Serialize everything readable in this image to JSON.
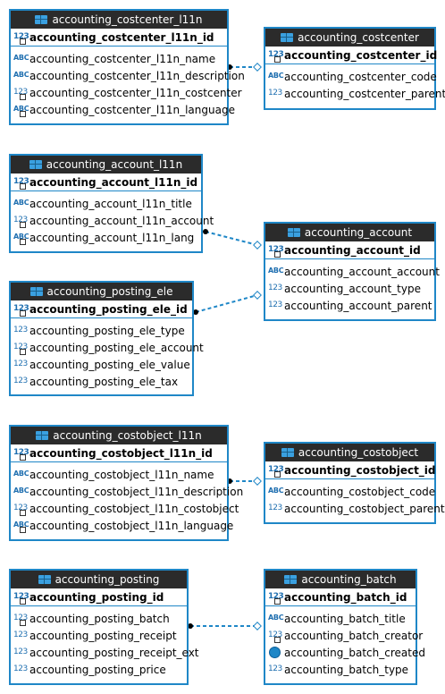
{
  "entities": {
    "costcenter_l11n": {
      "name": "accounting_costcenter_l11n",
      "pk": "accounting_costcenter_l11n_id",
      "attrs": [
        {
          "label": "accounting_costcenter_l11n_name",
          "icon": "text-type-icon"
        },
        {
          "label": "accounting_costcenter_l11n_description",
          "icon": "text-type-icon"
        },
        {
          "label": "accounting_costcenter_l11n_costcenter",
          "icon": "numeric-key-icon"
        },
        {
          "label": "accounting_costcenter_l11n_language",
          "icon": "text-key-icon"
        }
      ]
    },
    "costcenter": {
      "name": "accounting_costcenter",
      "pk": "accounting_costcenter_id",
      "attrs": [
        {
          "label": "accounting_costcenter_code",
          "icon": "text-type-icon"
        },
        {
          "label": "accounting_costcenter_parent",
          "icon": "numeric-type-icon"
        }
      ]
    },
    "account_l11n": {
      "name": "accounting_account_l11n",
      "pk": "accounting_account_l11n_id",
      "attrs": [
        {
          "label": "accounting_account_l11n_title",
          "icon": "text-type-icon"
        },
        {
          "label": "accounting_account_l11n_account",
          "icon": "numeric-key-icon"
        },
        {
          "label": "accounting_account_l11n_lang",
          "icon": "text-key-icon"
        }
      ]
    },
    "account": {
      "name": "accounting_account",
      "pk": "accounting_account_id",
      "attrs": [
        {
          "label": "accounting_account_account",
          "icon": "text-type-icon"
        },
        {
          "label": "accounting_account_type",
          "icon": "numeric-type-icon"
        },
        {
          "label": "accounting_account_parent",
          "icon": "numeric-type-icon"
        }
      ]
    },
    "posting_ele": {
      "name": "accounting_posting_ele",
      "pk": "accounting_posting_ele_id",
      "attrs": [
        {
          "label": "accounting_posting_ele_type",
          "icon": "numeric-type-icon"
        },
        {
          "label": "accounting_posting_ele_account",
          "icon": "numeric-key-icon"
        },
        {
          "label": "accounting_posting_ele_value",
          "icon": "numeric-type-icon"
        },
        {
          "label": "accounting_posting_ele_tax",
          "icon": "numeric-type-icon"
        }
      ]
    },
    "costobject_l11n": {
      "name": "accounting_costobject_l11n",
      "pk": "accounting_costobject_l11n_id",
      "attrs": [
        {
          "label": "accounting_costobject_l11n_name",
          "icon": "text-type-icon"
        },
        {
          "label": "accounting_costobject_l11n_description",
          "icon": "text-type-icon"
        },
        {
          "label": "accounting_costobject_l11n_costobject",
          "icon": "numeric-key-icon"
        },
        {
          "label": "accounting_costobject_l11n_language",
          "icon": "text-key-icon"
        }
      ]
    },
    "costobject": {
      "name": "accounting_costobject",
      "pk": "accounting_costobject_id",
      "attrs": [
        {
          "label": "accounting_costobject_code",
          "icon": "text-type-icon"
        },
        {
          "label": "accounting_costobject_parent",
          "icon": "numeric-type-icon"
        }
      ]
    },
    "posting": {
      "name": "accounting_posting",
      "pk": "accounting_posting_id",
      "attrs": [
        {
          "label": "accounting_posting_batch",
          "icon": "numeric-key-icon"
        },
        {
          "label": "accounting_posting_receipt",
          "icon": "numeric-type-icon"
        },
        {
          "label": "accounting_posting_receipt_ext",
          "icon": "numeric-type-icon"
        },
        {
          "label": "accounting_posting_price",
          "icon": "numeric-type-icon"
        }
      ]
    },
    "batch": {
      "name": "accounting_batch",
      "pk": "accounting_batch_id",
      "attrs": [
        {
          "label": "accounting_batch_title",
          "icon": "text-type-icon"
        },
        {
          "label": "accounting_batch_creator",
          "icon": "numeric-key-icon"
        },
        {
          "label": "accounting_batch_created",
          "icon": "datetime-clock-icon"
        },
        {
          "label": "accounting_batch_type",
          "icon": "numeric-type-icon"
        }
      ]
    }
  },
  "colors": {
    "border": "#1f87c7",
    "header_bg": "#2b2b2b",
    "header_text": "#ffffff",
    "link": "#1f87c7"
  }
}
